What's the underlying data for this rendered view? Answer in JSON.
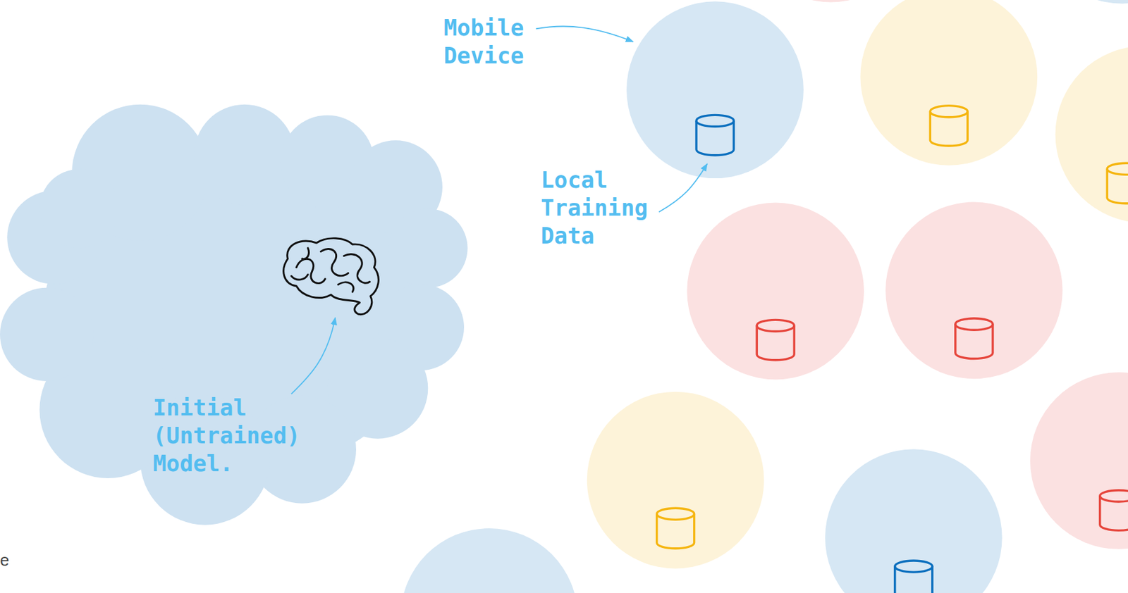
{
  "diagram": {
    "nodes": [
      {
        "text": [
          "Initial (Untrained) Model."
        ]
      }
    ],
    "labels": [
      "Mobile Device",
      "Local Training Data",
      "e"
    ]
  }
}
